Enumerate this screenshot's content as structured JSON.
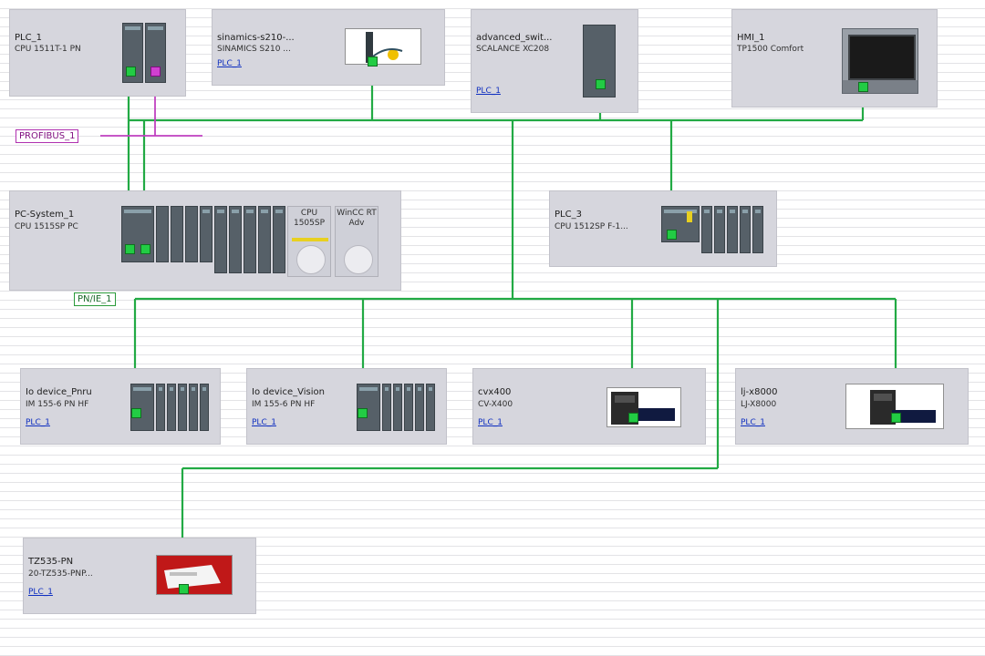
{
  "networks": {
    "profinet_label": "PN/IE_1",
    "profibus_label": "PROFIBUS_1",
    "profinet_color": "#22aa44",
    "profibus_color": "#c040c0"
  },
  "devices": {
    "plc1": {
      "name": "PLC_1",
      "type": "CPU 1511T-1 PN"
    },
    "sinamics": {
      "name": "sinamics-s210-...",
      "type": "SINAMICS S210 ...",
      "link": "PLC_1"
    },
    "advanced": {
      "name": "advanced_swit...",
      "type": "SCALANCE XC208",
      "link": "PLC_1"
    },
    "hmi": {
      "name": "HMI_1",
      "type": "TP1500 Comfort"
    },
    "pcsystem": {
      "name": "PC-System_1",
      "type": "CPU 1515SP PC",
      "cpu_label": "CPU 1505SP",
      "wincc_label": "WinCC RT Adv"
    },
    "plc3": {
      "name": "PLC_3",
      "type": "CPU 1512SP F-1..."
    },
    "io_pnrtu": {
      "name": "Io device_Pnru",
      "type": "IM 155-6 PN HF",
      "link": "PLC_1"
    },
    "io_vision": {
      "name": "Io device_Vision",
      "type": "IM 155-6 PN HF",
      "link": "PLC_1"
    },
    "cvx400": {
      "name": "cvx400",
      "type": "CV-X400",
      "link": "PLC_1"
    },
    "ljx8000": {
      "name": "lj-x8000",
      "type": "LJ-X8000",
      "link": "PLC_1"
    },
    "tz535": {
      "name": "TZ535-PN",
      "type": "20-TZ535-PNP...",
      "link": "PLC_1"
    }
  }
}
